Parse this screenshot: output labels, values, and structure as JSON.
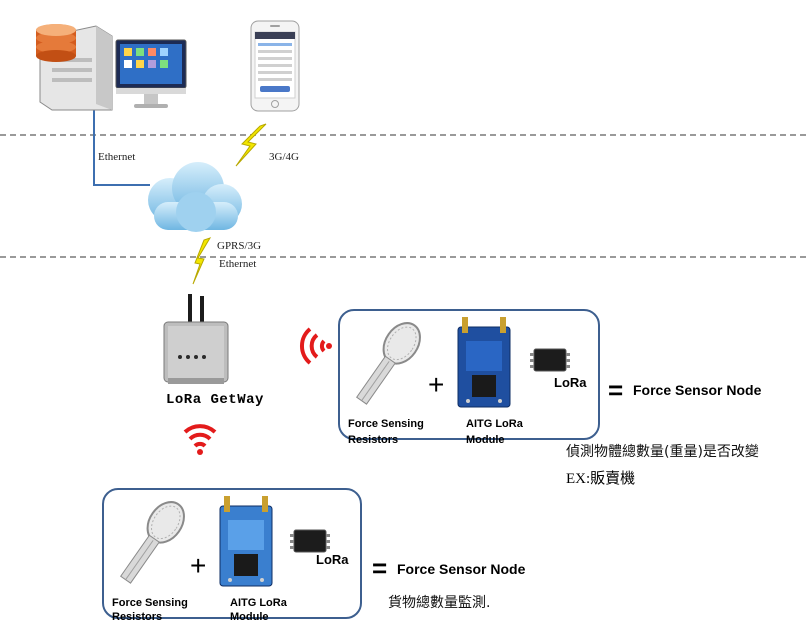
{
  "top": {
    "ethernet_label": "Ethernet",
    "cellular_label": "3G/4G",
    "backhaul_line1": "GPRS/3G",
    "backhaul_line2": "Ethernet"
  },
  "gateway": {
    "label": "LoRa GetWay"
  },
  "node_right": {
    "sensor_caption_line1": "Force Sensing",
    "sensor_caption_line2": "Resistors",
    "module_caption_line1": "AITG LoRa",
    "module_caption_line2": "Module",
    "lora_chip_text": "LoRa",
    "plus": "+",
    "equals": "=",
    "result_label": "Force Sensor Node",
    "note_line1": "偵測物體總數量(重量)是否改變",
    "note_line2": "EX:販賣機"
  },
  "node_bottom": {
    "sensor_caption_line1": "Force Sensing",
    "sensor_caption_line2": "Resistors",
    "module_caption_line1": "AITG LoRa",
    "module_caption_line2": "Module",
    "lora_chip_text": "LoRa",
    "plus": "+",
    "equals": "=",
    "result_label": "Force Sensor Node",
    "note_line1": "貨物總數量監測."
  },
  "colors": {
    "connector": "#3d6fb0",
    "cloud": "#8ec8ea",
    "lightning": "#f2e600",
    "wifi": "#e31b1b",
    "box_border": "#3d5f8f"
  }
}
